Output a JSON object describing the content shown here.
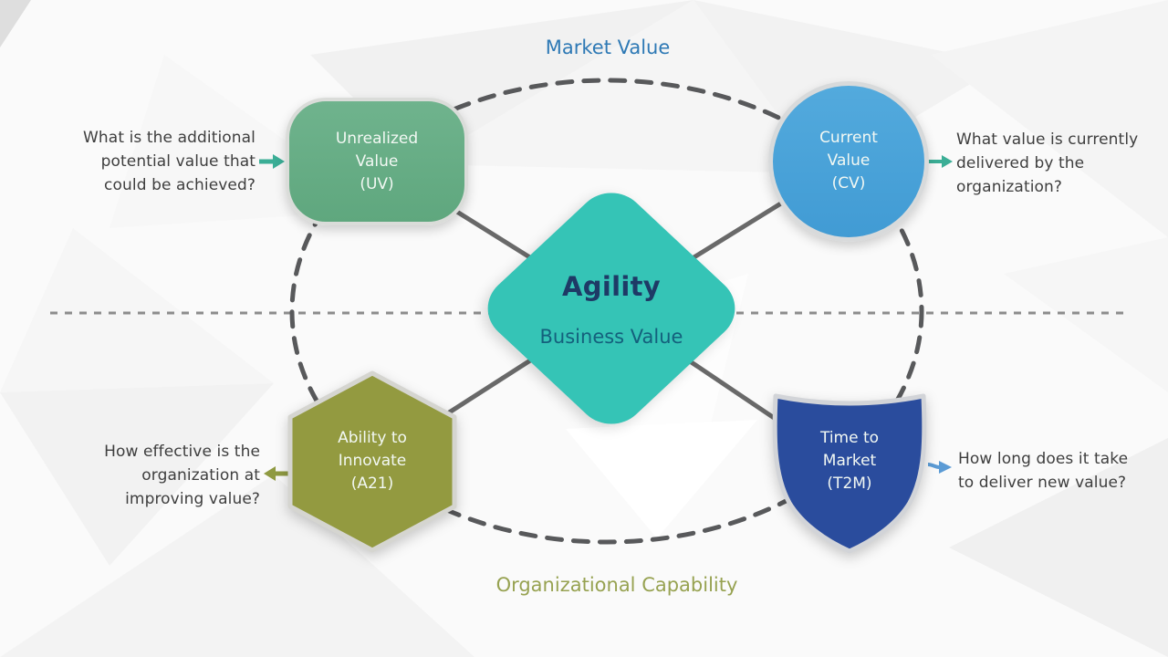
{
  "titles": {
    "top_label": "Market Value",
    "bottom_label": "Organizational Capability"
  },
  "center": {
    "title": "Agility",
    "subtitle": "Business Value",
    "fill": "#35c4b6",
    "title_color": "#1e3a66",
    "subtitle_color": "#14607c"
  },
  "nodes": {
    "uv": {
      "shape": "rounded-rectangle",
      "fill": "#67ad85",
      "lines": [
        "Unrealized",
        "Value",
        "(UV)"
      ]
    },
    "cv": {
      "shape": "circle",
      "fill": "#49a3da",
      "lines": [
        "Current",
        "Value",
        "(CV)"
      ]
    },
    "a2i": {
      "shape": "hexagon",
      "fill": "#939a40",
      "lines": [
        "Ability to",
        "Innovate",
        "(A21)"
      ]
    },
    "t2m": {
      "shape": "shield",
      "fill": "#2a4c9d",
      "lines": [
        "Time to",
        "Market",
        "(T2M)"
      ]
    }
  },
  "questions": {
    "uv": {
      "lines": [
        "What is the additional",
        "potential value that",
        "could be achieved?"
      ],
      "arrow_direction": "right",
      "arrow_color": "#3bae96"
    },
    "cv": {
      "lines": [
        "What value is currently",
        "delivered by the",
        "organization?"
      ],
      "arrow_direction": "right",
      "arrow_color": "#3bae96"
    },
    "a2i": {
      "lines": [
        "How effective is the",
        "organization at",
        "improving value?"
      ],
      "arrow_direction": "left",
      "arrow_color": "#8f9a42"
    },
    "t2m": {
      "lines": [
        "How long does it take",
        "to deliver new value?"
      ],
      "arrow_direction": "right",
      "arrow_color": "#5b9bd5"
    }
  },
  "guides": {
    "ellipse_color": "#58595b",
    "divider_color": "#8c8c8c",
    "connector_color": "#696969"
  },
  "label_colors": {
    "top_label": "#2e79b5",
    "bottom_label": "#97a251",
    "question_text": "#3e3e3e"
  }
}
